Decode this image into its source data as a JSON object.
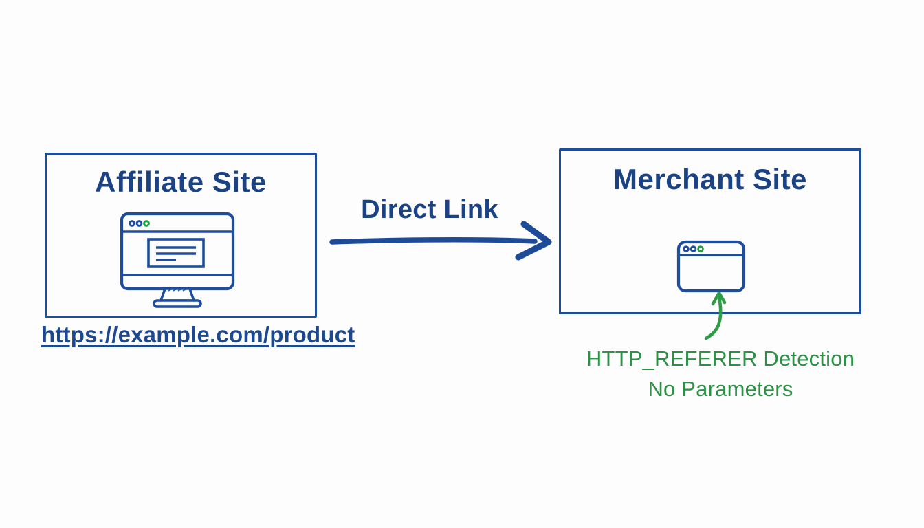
{
  "diagram": {
    "type": "flow-diagram",
    "topic": "Direct link from affiliate site to merchant site with HTTP_REFERER detection"
  },
  "colors": {
    "blue_text": "#1b4283",
    "blue_border": "#1e4d9b",
    "blue_arrow": "#1d4b97",
    "green_text": "#2b9145",
    "green_accent": "#22a13c",
    "background": "#fdfdfd"
  },
  "affiliate": {
    "title": "Affiliate Site",
    "url": "https://example.com/product"
  },
  "connection": {
    "label": "Direct Link"
  },
  "merchant": {
    "title": "Merchant Site",
    "note_line1": "HTTP_REFERER Detection",
    "note_line2": "No Parameters"
  },
  "icons": [
    "monitor-icon",
    "browser-window-icon",
    "direct-link-arrow-icon",
    "referer-arrow-icon"
  ]
}
